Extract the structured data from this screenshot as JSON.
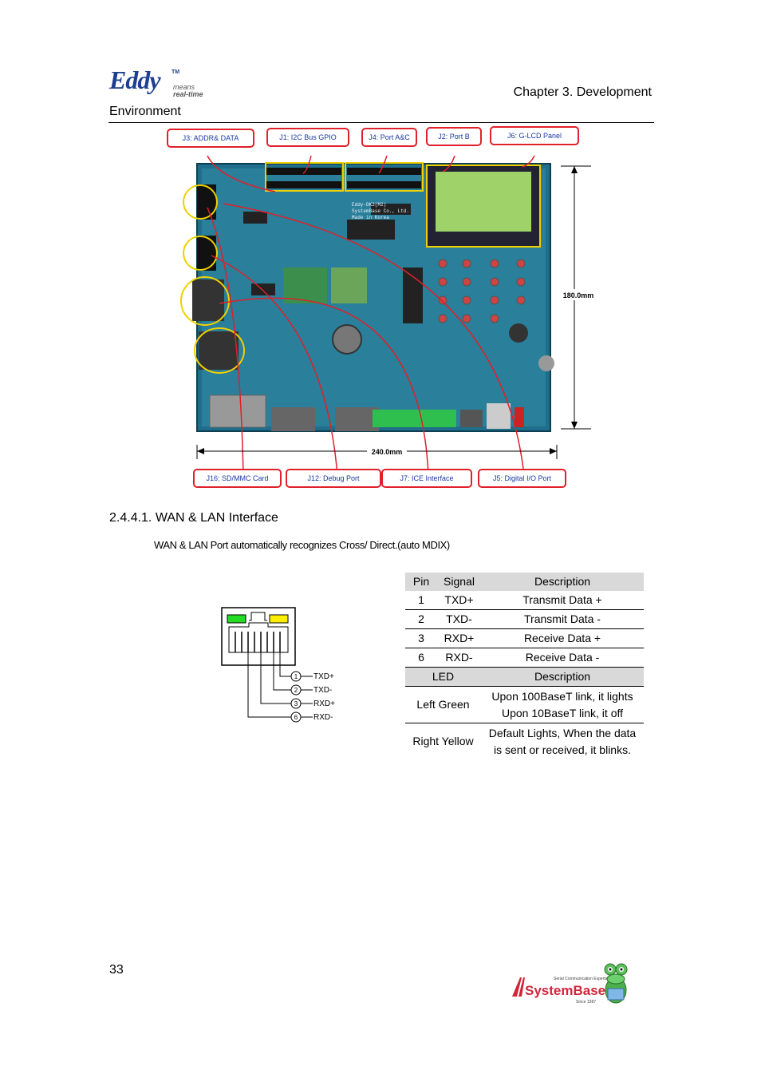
{
  "header": {
    "logo_main": "Eddy",
    "logo_tm": "TM",
    "logo_means": "means",
    "logo_realtime": "real-time",
    "chapter": "Chapter 3. Development",
    "chapter_cont": "Environment"
  },
  "figure": {
    "callouts_top": [
      "J3: ADDR& DATA",
      "J1: I2C Bus GPIO",
      "J4: Port A&C",
      "J2: Port B",
      "J6: G-LCD Panel"
    ],
    "callouts_bottom": [
      "J16: SD/MMC Card",
      "J12: Debug Port",
      "J7: ICE Interface",
      "J5: Digital I/O Port"
    ],
    "dim_height": "180.0mm",
    "dim_width": "240.0mm",
    "board_silkscreen": [
      "Eddy-DK2(M2)",
      "SystemBase Co., Ltd.",
      "Made in Korea"
    ]
  },
  "section": {
    "title": "2.4.4.1. WAN & LAN Interface",
    "body": "WAN & LAN Port automatically recognizes Cross/ Direct.(auto MDIX)"
  },
  "rj45": {
    "pins": [
      {
        "num": "1",
        "signal": "TXD+"
      },
      {
        "num": "2",
        "signal": "TXD-"
      },
      {
        "num": "3",
        "signal": "RXD+"
      },
      {
        "num": "6",
        "signal": "RXD-"
      }
    ]
  },
  "pin_table": {
    "headers": [
      "Pin",
      "Signal",
      "Description"
    ],
    "rows": [
      [
        "1",
        "TXD+",
        "Transmit Data +"
      ],
      [
        "2",
        "TXD-",
        "Transmit Data -"
      ],
      [
        "3",
        "RXD+",
        "Receive Data +"
      ],
      [
        "6",
        "RXD-",
        "Receive Data -"
      ]
    ],
    "led_headers": [
      "LED",
      "Description"
    ],
    "led_rows": [
      {
        "led": "Left Green",
        "line1": "Upon 100BaseT link, it lights",
        "line2": "Upon 10BaseT link, it off"
      },
      {
        "led": "Right Yellow",
        "line1": "Default Lights, When the data",
        "line2": "is sent or received, it blinks."
      }
    ]
  },
  "footer": {
    "page_number": "33",
    "company": "SystemBase",
    "tagline": "Serial Communication Experts",
    "since": "Since 1987"
  },
  "colors": {
    "logo_blue": "#1d3f8f",
    "callout_red": "#e0202a",
    "callout_text": "#1a3aa0",
    "pcb_blue": "#1f6f8c",
    "highlight_yellow": "#f0d000",
    "led_green": "#22dd22",
    "led_yellow": "#ffee00",
    "table_header": "#d9d9d9"
  }
}
